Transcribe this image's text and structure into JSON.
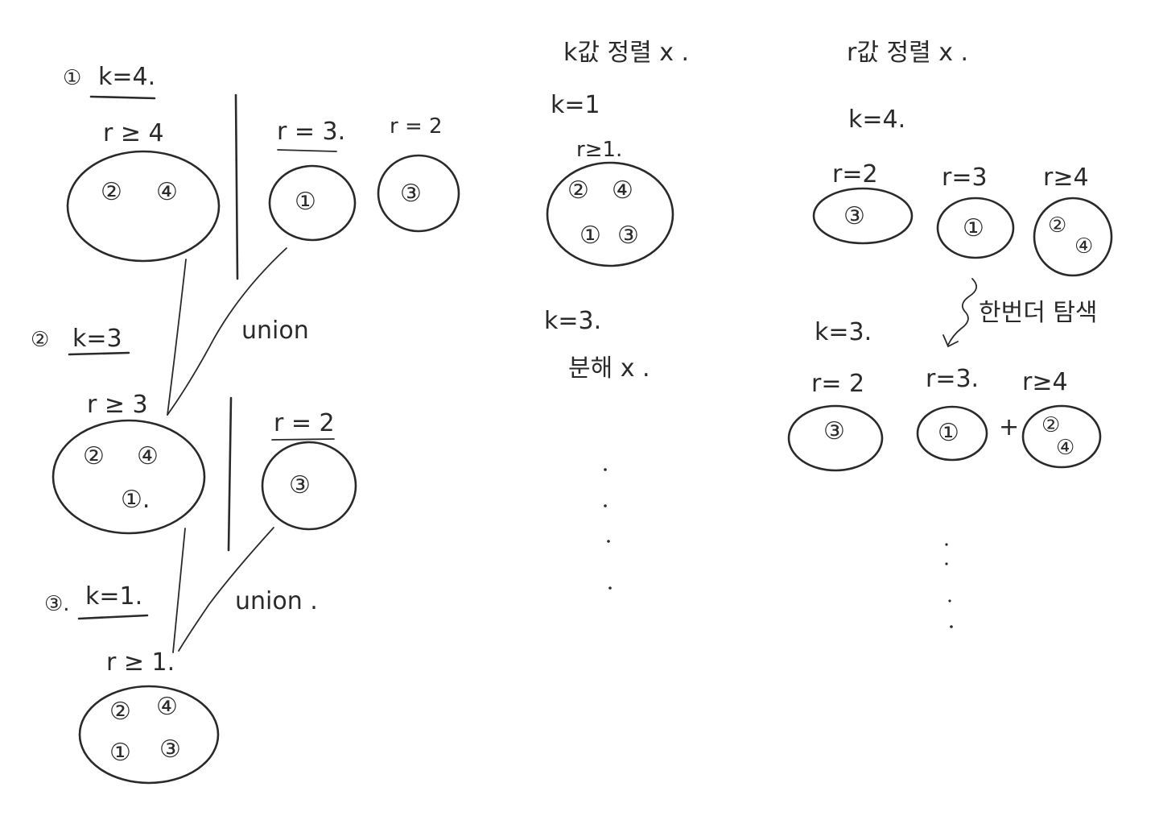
{
  "left": {
    "step1": {
      "marker": "①",
      "label": "k=4.",
      "groups": [
        {
          "title": "r ≥ 4",
          "items": [
            "②",
            "④"
          ]
        },
        {
          "title": "r = 3.",
          "items": [
            "①"
          ]
        },
        {
          "title": "r = 2",
          "items": [
            "③"
          ]
        }
      ]
    },
    "step2": {
      "marker": "②",
      "label": "k=3",
      "groups": [
        {
          "title": "r ≥ 3",
          "items": [
            "②",
            "④",
            "①."
          ]
        },
        {
          "title": "r = 2",
          "items": [
            "③"
          ]
        }
      ]
    },
    "step3": {
      "marker": "③.",
      "label": "k=1.",
      "groups": [
        {
          "title": "r ≥ 1.",
          "items": [
            "②",
            "④",
            "①",
            "③"
          ]
        }
      ]
    },
    "union_label_1": "union",
    "union_label_2": "union ."
  },
  "middle": {
    "heading": "k값 정렬 x .",
    "k1_label": "k=1",
    "group": {
      "title": "r≥1.",
      "items": [
        "②",
        "④",
        "①",
        "③"
      ]
    },
    "k3_label": "k=3.",
    "note": "분해 x ."
  },
  "right": {
    "heading": "r값 정렬 x .",
    "k4_label": "k=4.",
    "k4_groups": [
      {
        "title": "r=2",
        "items": [
          "③"
        ]
      },
      {
        "title": "r=3",
        "items": [
          "①"
        ]
      },
      {
        "title": "r≥4",
        "items": [
          "②",
          "④"
        ]
      }
    ],
    "search_note": "한번더 탐색",
    "k3_label": "k=3.",
    "k3_groups": [
      {
        "title": "r= 2",
        "items": [
          "③"
        ]
      },
      {
        "title": "r=3.",
        "items": [
          "①"
        ]
      },
      {
        "title": "r≥4",
        "items": [
          "②",
          "④"
        ]
      }
    ],
    "plus": "+"
  }
}
